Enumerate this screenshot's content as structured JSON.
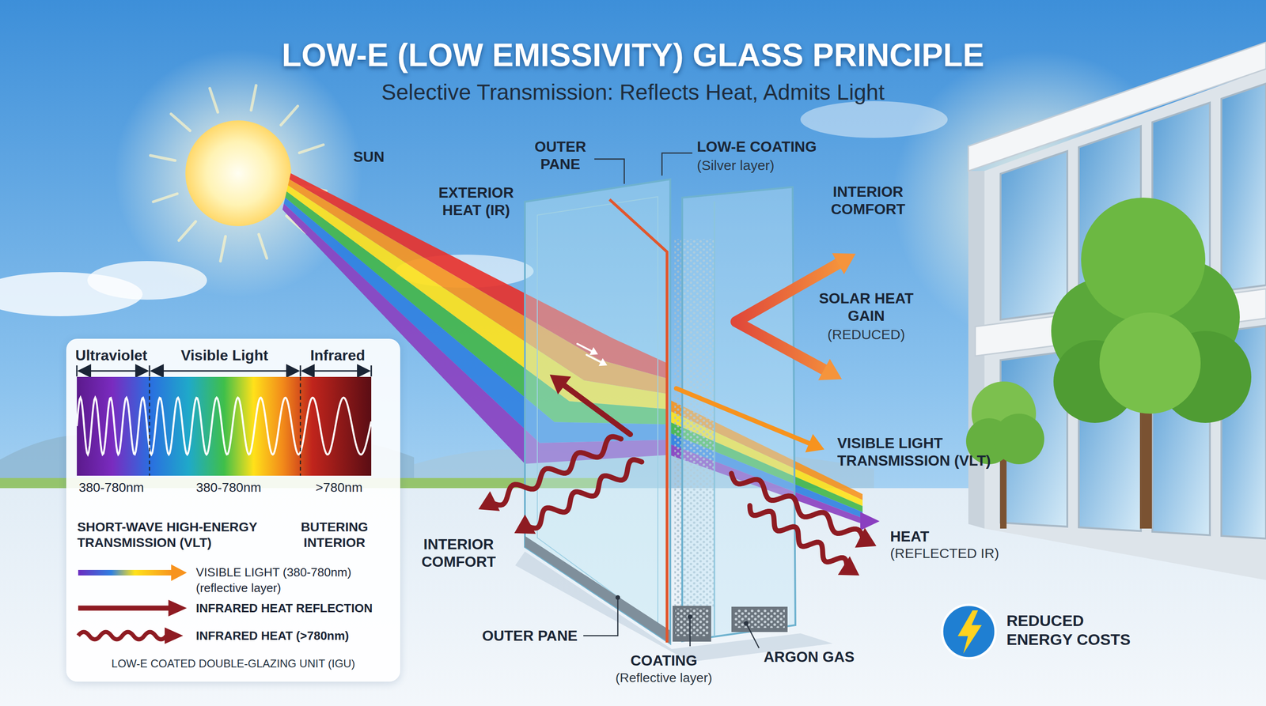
{
  "diagram": {
    "title": "LOW-E (LOW EMISSIVITY) GLASS PRINCIPLE",
    "nodes": [
      {
        "text": [
          "SHORT-WAVE HIGH-ENERGY TRANSMISSION (VLT)",
          "BUTERING INTERIOR",
          "LOW-E COATED DOUBLE-GLAZING UNIT (IGU)"
        ]
      },
      {
        "text": [
          "Ultraviolet",
          "Visible Light",
          "Infrared",
          "380-780nm",
          "380-780nm",
          ">780nm"
        ],
        "in": 0
      }
    ],
    "labels": [
      "Selective Transmission: Reflects Heat, Admits Light",
      "SUN",
      "OUTER PANE",
      "LOW-E COATING",
      "(Silver layer)",
      "EXTERIOR HEAT (IR)",
      "INTERIOR COMFORT",
      "SOLAR HEAT GAIN",
      "(REDUCED)",
      "VISIBLE LIGHT TRANSMISSION (VLT)",
      "HEAT",
      "(REFLECTED IR)",
      "INTERIOR COMFORT",
      "OUTER PANE",
      "COATING",
      "(Reflective layer)",
      "ARGON GAS",
      "REDUCED ENERGY COSTS"
    ],
    "legend": [
      {
        "text": "VISIBLE LIGHT (380-780nm) (reflective layer)"
      },
      {
        "text": "INFRARED HEAT REFLECTION"
      },
      {
        "text": "INFRARED HEAT (>780nm)"
      }
    ]
  }
}
